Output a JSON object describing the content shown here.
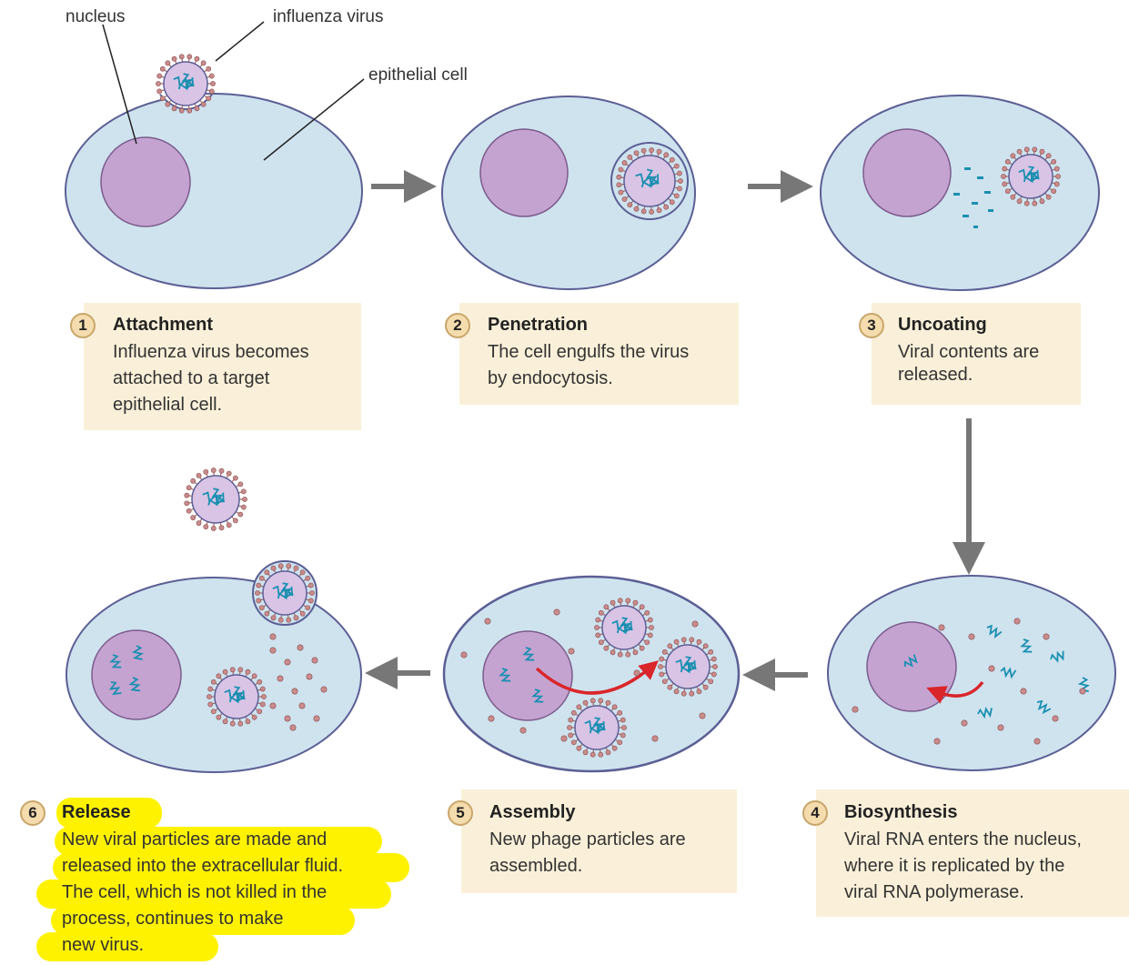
{
  "labels": {
    "nucleus": "nucleus",
    "influenza_virus": "influenza virus",
    "epithelial_cell": "epithelial cell"
  },
  "steps": [
    {
      "number": "1",
      "title": "Attachment",
      "lines": [
        "Influenza virus becomes",
        "attached to a target",
        "epithelial cell."
      ]
    },
    {
      "number": "2",
      "title": "Penetration",
      "lines": [
        "The cell engulfs the virus",
        "by endocytosis."
      ]
    },
    {
      "number": "3",
      "title": "Uncoating",
      "lines": [
        "Viral contents are",
        "released."
      ]
    },
    {
      "number": "4",
      "title": "Biosynthesis",
      "lines": [
        "Viral RNA enters the nucleus,",
        "where it is replicated by the",
        "viral RNA polymerase."
      ]
    },
    {
      "number": "5",
      "title": "Assembly",
      "lines": [
        "New phage particles are",
        "assembled."
      ]
    },
    {
      "number": "6",
      "title": "Release",
      "lines": [
        "New viral particles are made and",
        "released into the extracellular fluid.",
        "The cell, which is not killed in the",
        "process, continues to make",
        "new virus."
      ]
    }
  ],
  "colors": {
    "cell_fill": "#cfe3ef",
    "cell_stroke": "#5b5f94",
    "nucleus_fill": "#c5a3d1",
    "virus_spike": "#c98b8b",
    "rna": "#1a8fb0",
    "arrow": "#777777",
    "red_arrow": "#d9262b",
    "box_fill": "#faf0d9",
    "highlight_yellow": "#fff200",
    "pen_blue": "#1e90e0",
    "pen_red": "#e02020"
  }
}
